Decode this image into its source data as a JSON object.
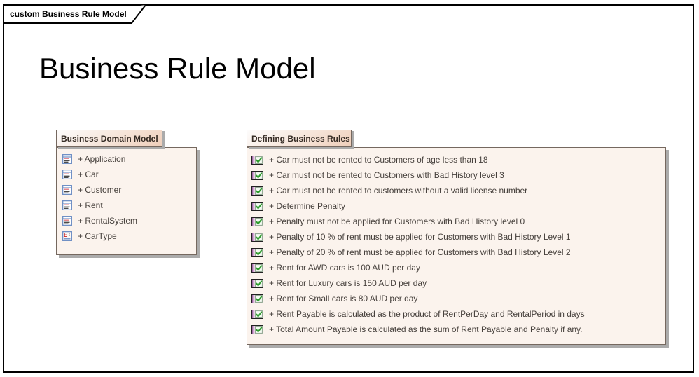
{
  "frame": {
    "tab_label": "custom Business Rule Model"
  },
  "title": "Business Rule Model",
  "packages": [
    {
      "name": "Business Domain Model",
      "items": [
        {
          "icon": "class-icon",
          "label": "+ Application"
        },
        {
          "icon": "class-icon",
          "label": "+ Car"
        },
        {
          "icon": "class-icon",
          "label": "+ Customer"
        },
        {
          "icon": "class-icon",
          "label": "+ Rent"
        },
        {
          "icon": "class-icon",
          "label": "+ RentalSystem"
        },
        {
          "icon": "enumeration-icon",
          "label": "+ CarType"
        }
      ]
    },
    {
      "name": "Defining Business Rules",
      "items": [
        {
          "icon": "business-rule-icon",
          "label": "+ Car must not be rented to Customers of age less than 18"
        },
        {
          "icon": "business-rule-icon",
          "label": "+ Car must not be rented to Customers with Bad History level 3"
        },
        {
          "icon": "business-rule-icon",
          "label": "+ Car must not be rented to customers without a valid license number"
        },
        {
          "icon": "business-rule-icon",
          "label": "+ Determine Penalty"
        },
        {
          "icon": "business-rule-icon",
          "label": "+ Penalty must not be applied for Customers with Bad History level 0"
        },
        {
          "icon": "business-rule-icon",
          "label": "+ Penalty of 10 % of rent must be applied for Customers with Bad History Level 1"
        },
        {
          "icon": "business-rule-icon",
          "label": "+ Penalty of 20 % of rent must be applied for Customers with Bad History Level 2"
        },
        {
          "icon": "business-rule-icon",
          "label": "+ Rent for AWD cars is 100 AUD per day"
        },
        {
          "icon": "business-rule-icon",
          "label": "+ Rent for Luxury cars is 150 AUD per day"
        },
        {
          "icon": "business-rule-icon",
          "label": "+ Rent for Small cars is 80 AUD per day"
        },
        {
          "icon": "business-rule-icon",
          "label": "+ Rent Payable is calculated as the product of RentPerDay and RentalPeriod in days"
        },
        {
          "icon": "business-rule-icon",
          "label": "+ Total Amount Payable is calculated as the sum of Rent Payable and Penalty if any."
        }
      ]
    }
  ],
  "colors": {
    "frame_border": "#000000",
    "package_fill": "#fbf3ed",
    "package_border": "#75685f",
    "tab_gradient_start": "#fdfcfc",
    "tab_gradient_end": "#eeceba",
    "shadow": "#ababab",
    "class_icon_blue": "#7090c5",
    "class_icon_red": "#e07882",
    "enum_letter_red": "#cc2222",
    "rule_strip_pink": "#e8c4e4",
    "rule_strip_edge_purple": "#9a5fa0",
    "check_green": "#2f9e2f",
    "item_text": "#46403c",
    "title_text": "#000000"
  }
}
